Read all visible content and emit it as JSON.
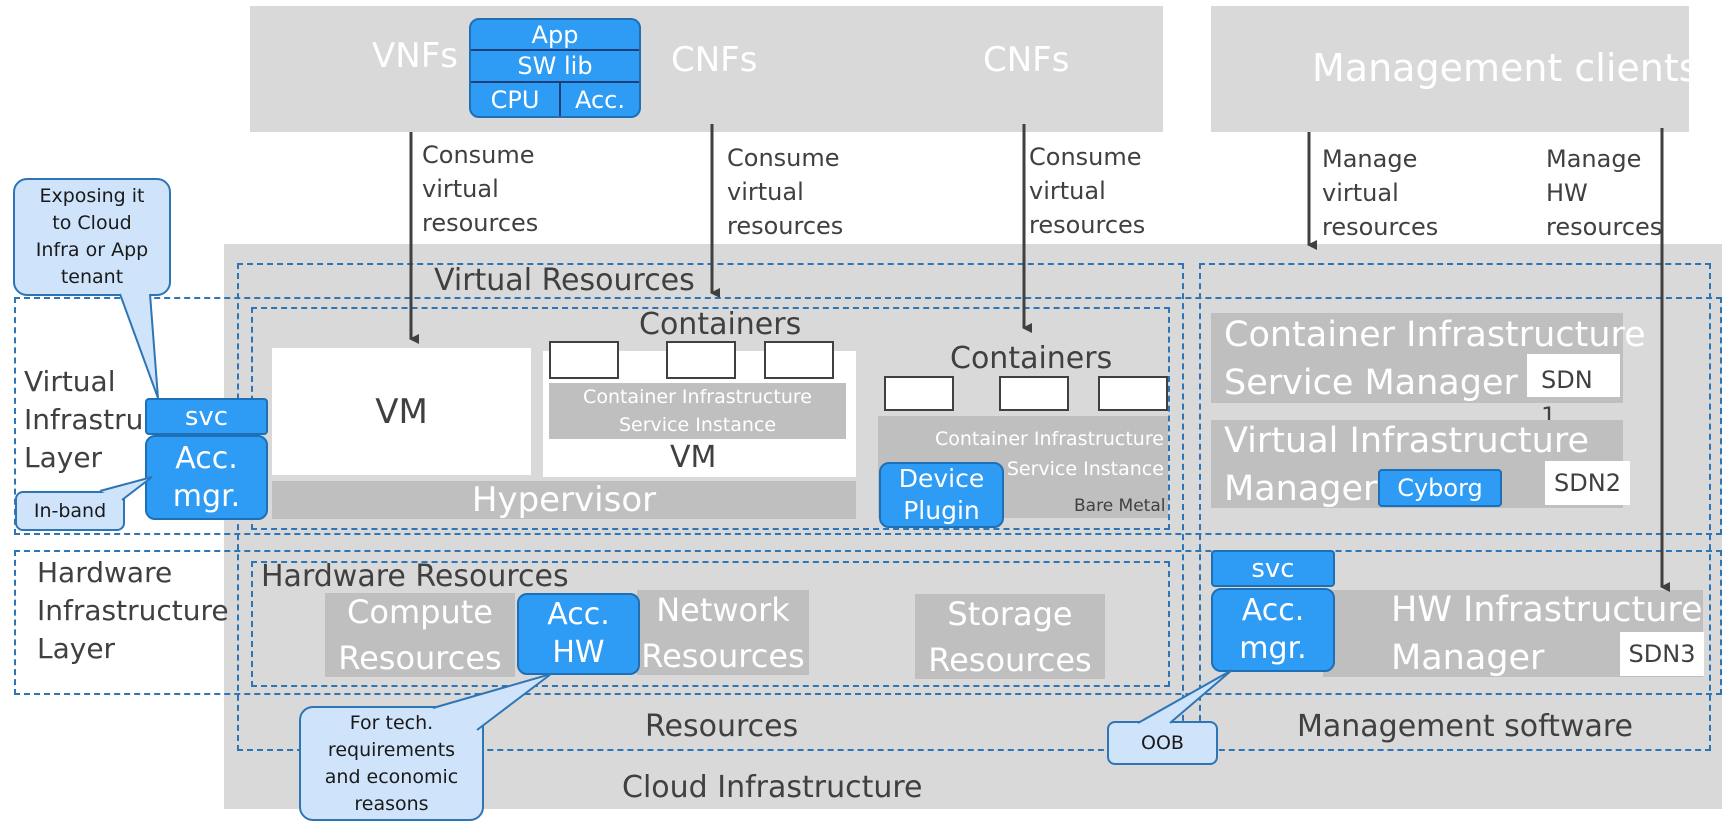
{
  "top": {
    "vnfs": "VNFs",
    "cnfs1": "CNFs",
    "cnfs2": "CNFs",
    "mgmt_clients": "Management clients",
    "app_stack": {
      "app": "App",
      "swlib": "SW lib",
      "cpu": "CPU",
      "acc": "Acc."
    }
  },
  "arrows": {
    "consume1": "Consume\nvirtual\nresources",
    "consume2": "Consume\nvirtual\nresources",
    "consume3": "Consume\nvirtual\nresources",
    "manage_virtual": "Manage\nvirtual\nresources",
    "manage_hw": "Manage\nHW\nresources"
  },
  "layers": {
    "virtual": "Virtual\nInfrastructure\nLayer",
    "hardware": "Hardware\nInfrastructure\nLayer"
  },
  "callouts": {
    "exposing": "Exposing it\nto Cloud\nInfra or App\ntenant",
    "inband": "In-band",
    "tech": "For tech.\nrequirements\nand economic\nreasons",
    "oob": "OOB"
  },
  "blue_boxes": {
    "svc_left": "svc",
    "acc_mgr_left": "Acc.\nmgr.",
    "device_plugin": "Device\nPlugin",
    "acc_hw": "Acc.\nHW",
    "cyborg": "Cyborg",
    "svc_right": "svc",
    "acc_mgr_right": "Acc.\nmgr."
  },
  "resources": {
    "virtual_resources": "Virtual Resources",
    "containers1": "Containers",
    "containers2": "Containers",
    "vm1": "VM",
    "vm2": "VM",
    "cisi1": "Container Infrastructure\nService Instance",
    "cisi2": "Container Infrastructure\nService Instance",
    "hypervisor": "Hypervisor",
    "bare_metal": "Bare Metal",
    "hardware_resources": "Hardware Resources",
    "compute": "Compute\nResources",
    "network": "Network\nResources",
    "storage": "Storage\nResources",
    "resources": "Resources",
    "cloud_infra": "Cloud Infrastructure"
  },
  "management": {
    "cism": "Container Infrastructure\nService Manager",
    "sdn1": "SDN\n1",
    "vim": "Virtual Infrastructure\nManager",
    "sdn2": "SDN2",
    "hwim": "HW Infrastructure\nManager",
    "sdn3": "SDN3",
    "mgmt_software": "Management software"
  },
  "colors": {
    "accent_blue": "#2e9bf5",
    "dashed_blue": "#2e75b6",
    "gray": "#d9d9d9",
    "dark_gray": "#bfbfbf"
  }
}
